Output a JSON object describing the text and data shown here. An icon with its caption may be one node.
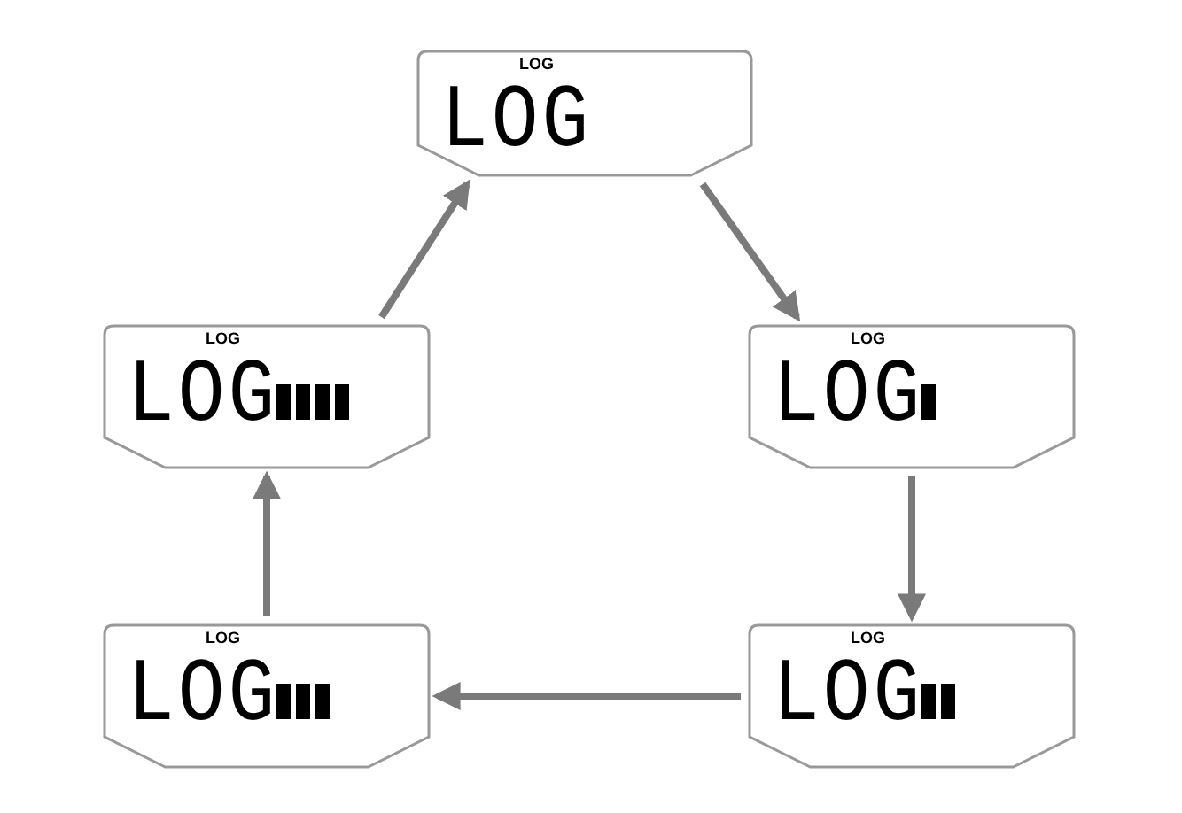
{
  "diagram": {
    "nodes": [
      {
        "text": [
          "LOG",
          "LOG"
        ]
      },
      {
        "text": [
          "LOG",
          "LOG"
        ]
      },
      {
        "text": [
          "LOG",
          "LOG"
        ]
      },
      {
        "text": [
          "LOG",
          "LOG"
        ]
      },
      {
        "text": [
          "LOG",
          "LOG"
        ]
      }
    ],
    "edges": [
      {
        "from": 0,
        "to": 1,
        "arrow": "to"
      },
      {
        "from": 1,
        "to": 2,
        "arrow": "to"
      },
      {
        "from": 2,
        "to": 3,
        "arrow": "to"
      },
      {
        "from": 3,
        "to": 4,
        "arrow": "to"
      },
      {
        "from": 4,
        "to": 0,
        "arrow": "to"
      }
    ]
  }
}
